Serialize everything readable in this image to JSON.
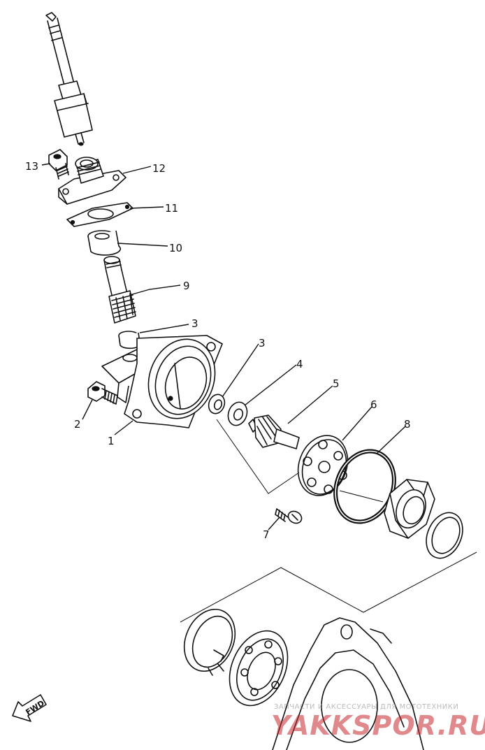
{
  "diagram": {
    "callouts": [
      {
        "id": "13",
        "text": "13"
      },
      {
        "id": "12",
        "text": "12"
      },
      {
        "id": "11",
        "text": "11"
      },
      {
        "id": "10",
        "text": "10"
      },
      {
        "id": "9",
        "text": "9"
      },
      {
        "id": "3a",
        "text": "3"
      },
      {
        "id": "3b",
        "text": "3"
      },
      {
        "id": "4",
        "text": "4"
      },
      {
        "id": "5",
        "text": "5"
      },
      {
        "id": "6",
        "text": "6"
      },
      {
        "id": "8",
        "text": "8"
      },
      {
        "id": "2",
        "text": "2"
      },
      {
        "id": "1",
        "text": "1"
      },
      {
        "id": "7",
        "text": "7"
      }
    ],
    "fwd_arrow": "FWD"
  },
  "watermark": {
    "tagline": "ЗАПЧАСТИ И АКСЕССУАРЫ ДЛЯ МОТОТЕХНИКИ",
    "brand": "YAKKSPOR.RU"
  }
}
